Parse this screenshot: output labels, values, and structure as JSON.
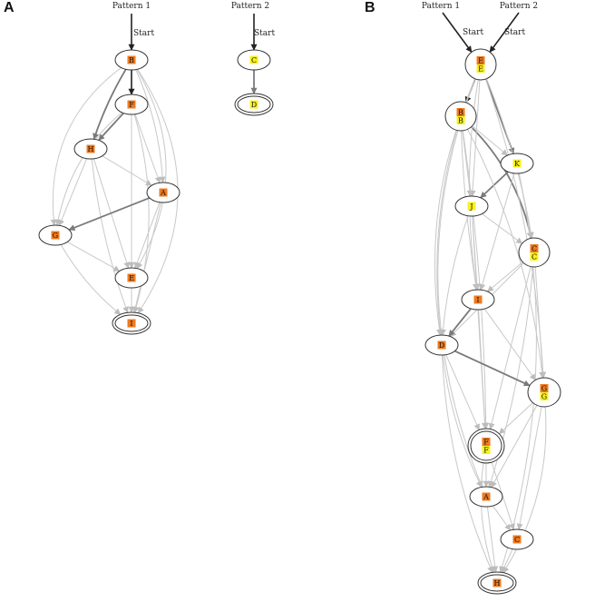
{
  "panels": {
    "a": {
      "letter": "A",
      "patterns": [
        {
          "label": "Pattern 1",
          "start": "Start"
        },
        {
          "label": "Pattern 2",
          "start": "Start"
        }
      ],
      "nodes": [
        {
          "id": "a_B",
          "tags": [
            {
              "text": "B",
              "kind": "p1"
            }
          ],
          "terminal": false
        },
        {
          "id": "a_F",
          "tags": [
            {
              "text": "F",
              "kind": "p1"
            }
          ],
          "terminal": false
        },
        {
          "id": "a_H",
          "tags": [
            {
              "text": "H",
              "kind": "p1"
            }
          ],
          "terminal": false
        },
        {
          "id": "a_A",
          "tags": [
            {
              "text": "A",
              "kind": "p1"
            }
          ],
          "terminal": false
        },
        {
          "id": "a_G",
          "tags": [
            {
              "text": "G",
              "kind": "p1"
            }
          ],
          "terminal": false
        },
        {
          "id": "a_E",
          "tags": [
            {
              "text": "E",
              "kind": "p1"
            }
          ],
          "terminal": false
        },
        {
          "id": "a_I",
          "tags": [
            {
              "text": "I",
              "kind": "p1"
            }
          ],
          "terminal": true
        },
        {
          "id": "a_C",
          "tags": [
            {
              "text": "C",
              "kind": "p2"
            }
          ],
          "terminal": false
        },
        {
          "id": "a_D",
          "tags": [
            {
              "text": "D",
              "kind": "p2"
            }
          ],
          "terminal": true
        }
      ]
    },
    "b": {
      "letter": "B",
      "patterns": [
        {
          "label": "Pattern 1",
          "start": "Start"
        },
        {
          "label": "Pattern 2",
          "start": "Start"
        }
      ],
      "nodes": [
        {
          "id": "b_E",
          "tags": [
            {
              "text": "E",
              "kind": "p1"
            },
            {
              "text": "E",
              "kind": "p2"
            }
          ],
          "terminal": false
        },
        {
          "id": "b_B",
          "tags": [
            {
              "text": "B",
              "kind": "p1"
            },
            {
              "text": "B",
              "kind": "p2"
            }
          ],
          "terminal": false
        },
        {
          "id": "b_K",
          "tags": [
            {
              "text": "K",
              "kind": "p2"
            }
          ],
          "terminal": false
        },
        {
          "id": "b_J",
          "tags": [
            {
              "text": "J",
              "kind": "p2"
            }
          ],
          "terminal": false
        },
        {
          "id": "b_Cm",
          "tags": [
            {
              "text": "C",
              "kind": "p1"
            },
            {
              "text": "C",
              "kind": "p2"
            }
          ],
          "terminal": false
        },
        {
          "id": "b_I",
          "tags": [
            {
              "text": "I",
              "kind": "p1"
            }
          ],
          "terminal": false
        },
        {
          "id": "b_D",
          "tags": [
            {
              "text": "D",
              "kind": "p1"
            }
          ],
          "terminal": false
        },
        {
          "id": "b_G",
          "tags": [
            {
              "text": "G",
              "kind": "p1"
            },
            {
              "text": "G",
              "kind": "p2"
            }
          ],
          "terminal": false
        },
        {
          "id": "b_F",
          "tags": [
            {
              "text": "F",
              "kind": "p1"
            },
            {
              "text": "F",
              "kind": "p2"
            }
          ],
          "terminal": true
        },
        {
          "id": "b_A",
          "tags": [
            {
              "text": "A",
              "kind": "p1"
            }
          ],
          "terminal": false
        },
        {
          "id": "b_C2",
          "tags": [
            {
              "text": "C",
              "kind": "p1"
            }
          ],
          "terminal": false
        },
        {
          "id": "b_H",
          "tags": [
            {
              "text": "H",
              "kind": "p1"
            }
          ],
          "terminal": true
        }
      ]
    }
  },
  "colors": {
    "p1_tag": "#f07a1e",
    "p2_tag": "#f8f21a",
    "node_border": "#333333",
    "edge_strong": "#222222",
    "edge_medium": "#7a7a7a",
    "edge_light": "#c8c8c8"
  }
}
